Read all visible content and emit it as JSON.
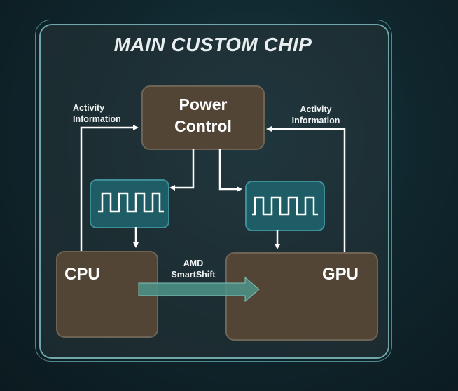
{
  "diagram": {
    "title": "MAIN CUSTOM CHIP",
    "nodes": {
      "power_control": {
        "line1": "Power",
        "line2": "Control"
      },
      "cpu": {
        "label": "CPU"
      },
      "gpu": {
        "label": "GPU"
      },
      "clock_left": {
        "icon": "square-wave-icon"
      },
      "clock_right": {
        "icon": "square-wave-icon"
      }
    },
    "edges": {
      "activity_left": {
        "line1": "Activity",
        "line2": "Information"
      },
      "activity_right": {
        "line1": "Activity",
        "line2": "Information"
      },
      "smartshift": {
        "line1": "AMD",
        "line2": "SmartShift"
      }
    },
    "colors": {
      "background": "#10272e",
      "frame": "#6fa7ab",
      "node_brown": "#524536",
      "node_teal": "#1e5c66",
      "arrow": "#ffffff",
      "smartshift_arrow": "#4e9488"
    }
  }
}
